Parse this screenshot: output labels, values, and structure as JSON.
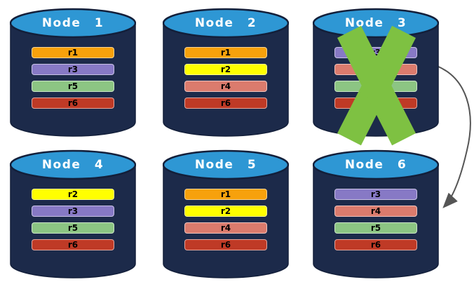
{
  "diagram": {
    "description": "Six database nodes holding replica partitions; Node 3 has failed (green X) and an arrow points from Node 3 to Node 6",
    "palette": {
      "cylinder_body": "#1C2A4A",
      "cylinder_outline": "#131F3A",
      "cylinder_top": "#2E97D4",
      "title_text": "#FFFFFF",
      "bar_text": "#000000",
      "failure_x": "#7EC142",
      "arrow": "#555555",
      "r1": "#F7A10C",
      "r2": "#FFFF00",
      "r3": "#8779C5",
      "r4": "#DB7B6D",
      "r5": "#8CC583",
      "r6": "#BF3A26"
    },
    "nodes": [
      {
        "label": "Node 1",
        "failed": false,
        "bars": [
          "r1",
          "r3",
          "r5",
          "r6"
        ]
      },
      {
        "label": "Node 2",
        "failed": false,
        "bars": [
          "r1",
          "r2",
          "r4",
          "r6"
        ]
      },
      {
        "label": "Node 3",
        "failed": true,
        "bars": [
          "r3",
          "r4",
          "r5",
          "r6"
        ]
      },
      {
        "label": "Node 4",
        "failed": false,
        "bars": [
          "r2",
          "r3",
          "r5",
          "r6"
        ]
      },
      {
        "label": "Node 5",
        "failed": false,
        "bars": [
          "r1",
          "r2",
          "r4",
          "r6"
        ]
      },
      {
        "label": "Node 6",
        "failed": false,
        "bars": [
          "r3",
          "r4",
          "r5",
          "r6"
        ]
      }
    ],
    "arrow": {
      "from": "Node 3",
      "to": "Node 6"
    }
  }
}
